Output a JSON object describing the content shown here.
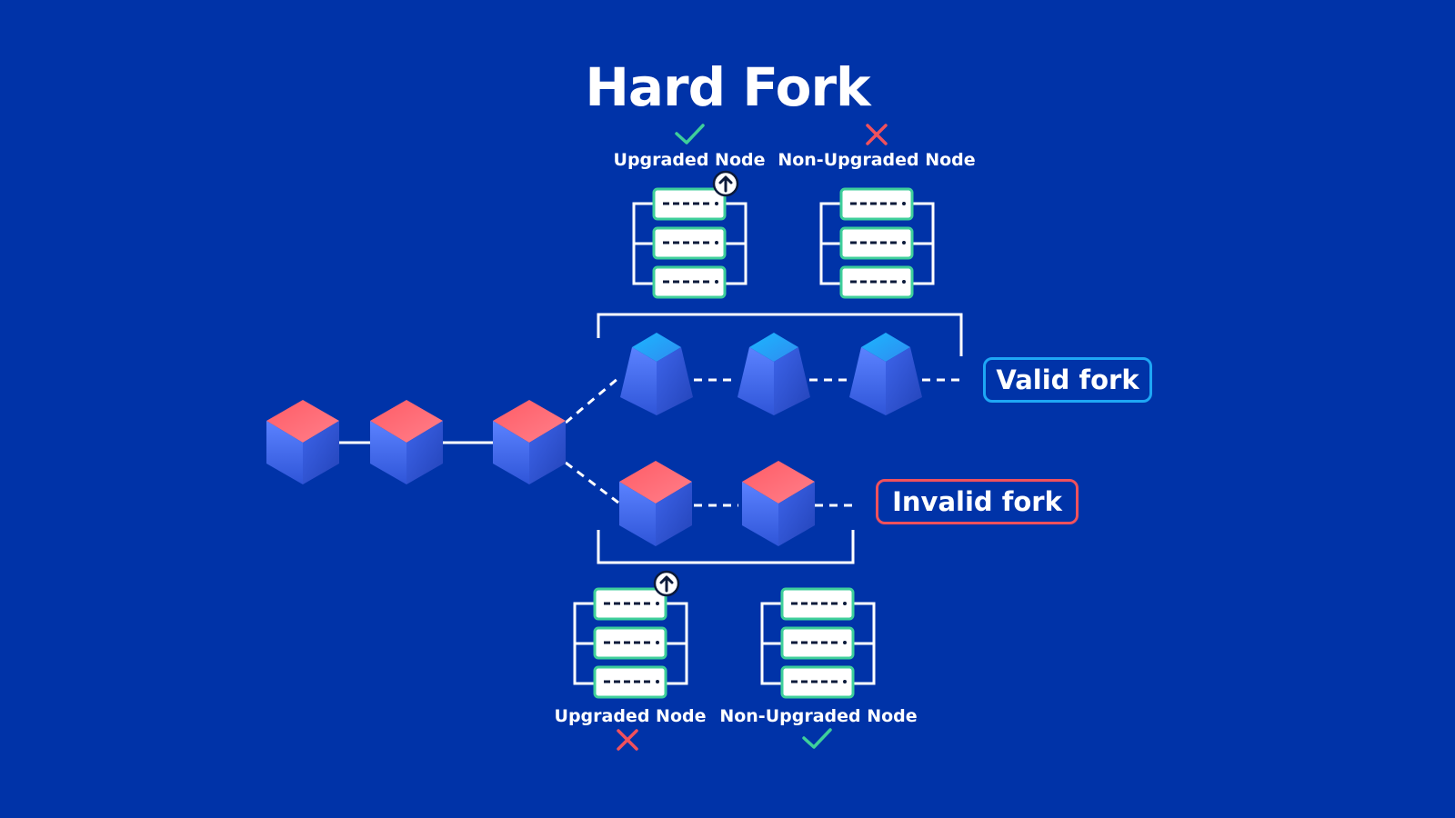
{
  "title": "Hard Fork",
  "labels": {
    "top_upgraded": "Upgraded Node",
    "top_non_upgraded": "Non-Upgraded Node",
    "bottom_upgraded": "Upgraded Node",
    "bottom_non_upgraded": "Non-Upgraded Node"
  },
  "forks": {
    "valid": "Valid fork",
    "invalid": "Invalid fork"
  },
  "colors": {
    "background": "#0033a8",
    "check": "#3ecf9a",
    "cross": "#f0515c",
    "valid_border": "#1ea7f5",
    "invalid_border": "#f0515c",
    "server_border": "#3ecf9a"
  },
  "icons": {
    "check": "check-icon",
    "cross": "cross-icon",
    "upgrade": "upgrade-arrow-icon"
  }
}
